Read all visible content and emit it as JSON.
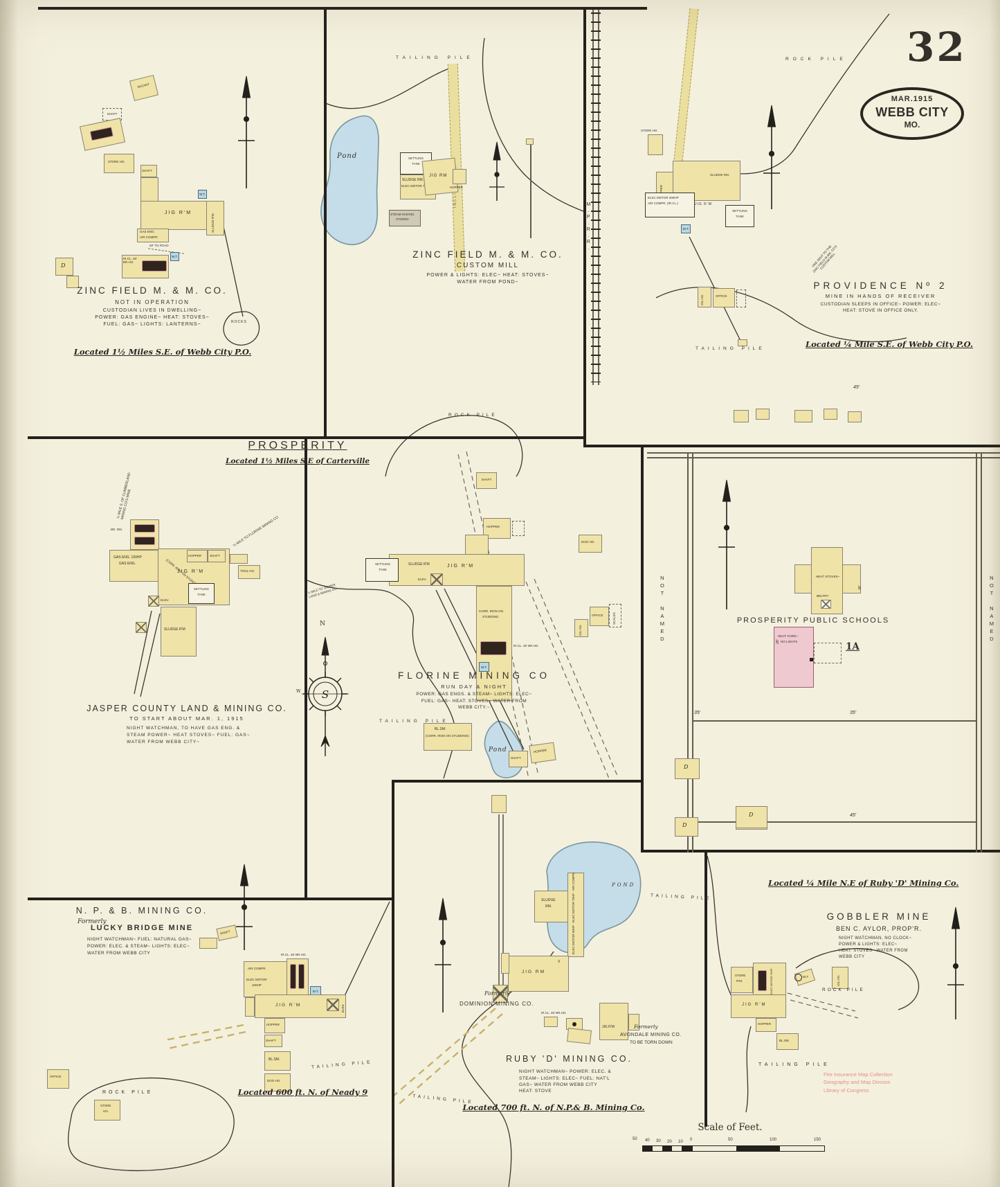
{
  "page": {
    "number": "32",
    "stamp": {
      "line1": "MAR.1915",
      "line2": "WEBB CITY",
      "line3": "MO."
    },
    "scale": {
      "title": "Scale of Feet.",
      "n1": "50",
      "n2": "40",
      "n3": "30",
      "n4": "20",
      "n5": "10",
      "n6": "0",
      "n7": "50",
      "n8": "100",
      "n9": "150"
    },
    "watermark": {
      "l1": "Fire Insurance Map Collection",
      "l2": "Geography and Map Division",
      "l3": "Library of Congress"
    }
  },
  "colors": {
    "paper": "#f4f0de",
    "building": "#efe3a7",
    "pink": "#eec9d0",
    "water": "#c5dde8",
    "ink": "#2c2822",
    "boiler": "#2f241e"
  },
  "p1": {
    "title": "ZINC FIELD M. & M. CO.",
    "sub": "NOT IN OPERATION",
    "n1": "CUSTODIAN LIVES IN DWELLING~",
    "n2": "POWER: GAS ENGINE~ HEAT: STOVES~",
    "n3": "FUEL: GAS~ LIGHTS: LANTERNS~",
    "located": "Located 1½ Miles S.E. of Webb City P.O.",
    "vacant": "VACANT",
    "shaft": "SHAFT",
    "store": "STORE HO.",
    "jig": "JIG R'M",
    "sludge": "SLUDGE R'M",
    "gas1": "GAS ENG.",
    "gas2": "AIR COMPR.",
    "rod": "50' TO ROAD",
    "wt": "W.T.",
    "br": "IR.CL. 45' BR.HO.",
    "rocks": "ROCKS",
    "d": "D"
  },
  "p2": {
    "title": "ZINC FIELD M. & M. CO.",
    "sub": "CUSTOM MILL",
    "n1": "POWER & LIGHTS: ELEC~ HEAT: STOVES~",
    "n2": "WATER FROM POND~",
    "tailing": "TAILING PILE",
    "pond": "Pond",
    "incline": "INCLINE DRIVE",
    "settling1": "SETTLING",
    "settling2": "TANK",
    "sludge": "SLUDGE RM.",
    "motor": "ELEC MOTOR 75HP",
    "jig": "JIG RM",
    "hopper": "HOPPER",
    "shovel1": "STEAM SHOVEL",
    "shovel2": "STORED"
  },
  "p3": {
    "title": "PROVIDENCE Nº 2",
    "sub": "MINE IN HANDS OF RECEIVER",
    "n1": "CUSTODIAN SLEEPS IN OFFICE~ POWER: ELEC~",
    "n2": "HEAT: STOVE IN OFFICE ONLY.",
    "located": "Located ¼ Mile S.E. of Webb City P.O.",
    "rock": "ROCK PILE",
    "rr": "M.P.R.R.",
    "tailing": "TAILING PILE",
    "ore1": "ORE SENT TO THE",
    "ore2": "ZINC FIELD M.&M. CO'S",
    "ore3": "CUSTOM MILL",
    "store": "STORE HO.",
    "hopper": "HOPPER",
    "sludge": "SLUDGE RM.",
    "motor1": "ELEC MOTOR 300HP",
    "motor2": "AIR COMPR. (IR.CL.)",
    "jig": "JIG R'M",
    "settling1": "SETTLING",
    "settling2": "TANK",
    "wt": "W.T.",
    "oil": "OIL HO.",
    "office": "OFFICE"
  },
  "p4": {
    "heading": "PROSPERITY",
    "heading_loc": "Located 1½ Miles S.E of Carterville",
    "title": "JASPER COUNTY LAND & MINING CO.",
    "sub": "TO START ABOUT MAR. 1, 1915",
    "n1": "NIGHT WATCHMAN, TO HAVE GAS ENG. &",
    "n2": "STEAM POWER~ HEAT STOVES~ FUEL: GAS~",
    "n3": "WATER FROM WEBB CITY~",
    "dir1a": "¼ MILE S. OF CUMBERLAND",
    "dir1b": "MINING CO'S MINE",
    "dir2": "½ MILE TO FLORINE MINING CO",
    "br": "BR. RM.",
    "gas1": "GAS ENG. 150HP",
    "gas2": "GAS ENG.",
    "jig": "JIG R'M",
    "corr": "(CORR. IRON ON STUDDING)",
    "hopper": "HOPPER",
    "shaft": "SHAFT",
    "tool": "TOOL HO.",
    "settling1": "SETTLING",
    "settling2": "TANK",
    "sludge": "SLUDGE R'M",
    "elev": "ELEV."
  },
  "p5": {
    "title": "FLORINE MINING CO",
    "sub": "RUN DAY & NIGHT",
    "n1": "POWER: GAS ENGS. & STEAM~ LIGHTS: ELEC~",
    "n2": "FUEL: GAS~ HEAT: STOVES~ WATER FROM",
    "n3": "WEBB CITY.~",
    "rock": "ROCK PILE",
    "tailing": "TAILING PILE",
    "pond": "Pond",
    "dir1": "¼ MILE TO JASPER",
    "dir2": "LAND & MINING CO",
    "shaft": "SHAFT",
    "hopper": "HOPPER",
    "sludge": "SLUDGE R'M",
    "jig": "JIG R'M",
    "settling1": "SETTLING",
    "settling2": "TANK",
    "elev": "ELEV.",
    "corr1": "CORR. IRON ON",
    "corr2": "STUDDING",
    "br": "IR.CL. 45' BR.HO.",
    "wt": "W.T.",
    "dog": "DOG HO.",
    "office": "OFFICE",
    "scales": "SCALES",
    "oil": "OIL HO.",
    "blsm": "BL.SM.",
    "blsm2": "(CORR. IRON ON STUDDING)",
    "shaft2": "SHAFT",
    "hopper2": "HOPPER",
    "cn": "N",
    "cw": "W"
  },
  "p6": {
    "label": "PROSPERITY PUBLIC SCHOOLS",
    "heat": "HEAT: STOVES~",
    "belfry": "BELFRY",
    "dim26": "26'",
    "furn1": "HEAT: FURN~",
    "furn2": "NO LIGHTS",
    "dim28": "28'",
    "plate": "1A",
    "street": "NOT NAMED",
    "d45a": "45'",
    "d35a": "35'",
    "d35b": "35'",
    "d45b": "45'",
    "d": "D"
  },
  "p7": {
    "title": "N. P. & B. MINING CO.",
    "formerly": "Formerly",
    "formerly_name": "LUCKY BRIDGE MINE",
    "n1": "NIGHT WATCHMAN~ FUEL: NATURAL GAS~",
    "n2": "POWER: ELEC. & STEAM~ LIGHTS: ELEC~",
    "n3": "WATER FROM WEBB CITY",
    "located": "Located 600 ft. N. of Neady 9",
    "rock": "ROCK PILE",
    "tailing": "TAILING PILE",
    "shaft_s": "SHAFT",
    "air": "AIR COMPR.",
    "motor1": "ELEC MOTOR",
    "motor2": "100HP",
    "br": "IR.CL. 26' BR.HO.",
    "wt": "W.T.",
    "jig": "JIG R'M",
    "elev": "ELEV.",
    "hopper": "HOPPER",
    "shaft": "SHAFT",
    "blsm": "BL.SM.",
    "dog": "DOG HO.",
    "office": "OFFICE",
    "store1": "STORE",
    "store2": "HO."
  },
  "p8": {
    "title": "RUBY 'D' MINING CO.",
    "n1": "NIGHT WATCHMAN~ POWER: ELEC. &",
    "n2": "STEAM~ LIGHTS: ELEC~ FUEL: NAT'L",
    "n3": "GAS~ WATER FROM WEBB CITY",
    "n4": "HEAT: STOVE",
    "located": "Located 700 ft. N. of N.P.& B. Mining Co.",
    "pond": "POND",
    "tailing": "TAILING PILE",
    "dom1": "Formerly",
    "dom2": "DOMINION MINING CO.",
    "av1": "Formerly",
    "av2": "AVONDALE MINING CO.",
    "av3": "TO BE TORN DOWN",
    "sludge1": "SLUDGE",
    "sludge2": "RM.",
    "motors": "ELEC MOTOR 50HP · ELEC MOTOR 75HP · AIR COMPR.",
    "jig": "JIG RM",
    "xmark": "X",
    "br": "IR.CL. 26' BR.HO.",
    "jig2": "JIG R'M"
  },
  "p9": {
    "located": "Located ¼ Mile N.E of Ruby 'D' Mining Co.",
    "title": "GOBBLER MINE",
    "sub": "BEN C. AYLOR, PROP'R.",
    "n1": "NIGHT WATCHMAN, NO CLOCK~",
    "n2": "POWER & LIGHTS: ELEC~",
    "n3": "HEAT: STOVES~ WATER FROM",
    "n4": "WEBB CITY",
    "tailing1": "TAILING PILE",
    "rock": "ROCK PILE",
    "tailing2": "TAILING PILE",
    "d": "D",
    "store1": "STORE",
    "store2": "R'M.",
    "motor": "ELEC MOTOR 75HP",
    "jig": "JIG R'M",
    "hopper": "HOPPER",
    "blsm": "BL.SM.",
    "oil": "OIL HO.",
    "wt": "W.T."
  }
}
